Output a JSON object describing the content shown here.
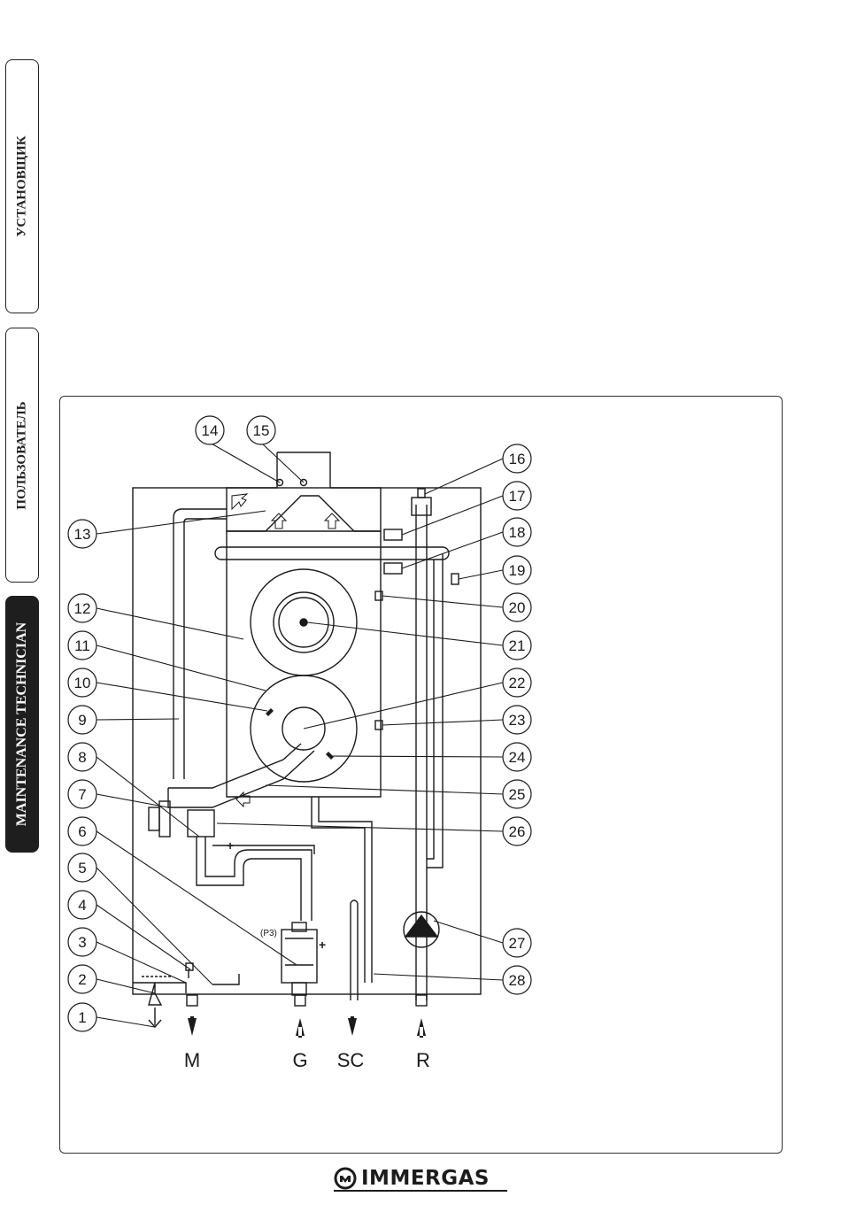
{
  "tabs": [
    {
      "label": "УСТАНОВЩИК"
    },
    {
      "label": "ПОЛЬЗОВАТЕЛЬ"
    },
    {
      "label": "MAINTENANCE TECHNICIAN"
    }
  ],
  "diagram": {
    "callouts": [
      "1",
      "2",
      "3",
      "4",
      "5",
      "6",
      "7",
      "8",
      "9",
      "10",
      "11",
      "12",
      "13",
      "14",
      "15",
      "16",
      "17",
      "18",
      "19",
      "20",
      "21",
      "22",
      "23",
      "24",
      "25",
      "26",
      "27",
      "28"
    ],
    "connections": [
      "M",
      "G",
      "SC",
      "R"
    ],
    "valve_label": "(P3)",
    "plus_symbol": "+"
  },
  "brand": {
    "name": "IMMERGAS"
  },
  "colors": {
    "ink": "#1a1a1a",
    "tab_active": "#1e1e1e"
  }
}
